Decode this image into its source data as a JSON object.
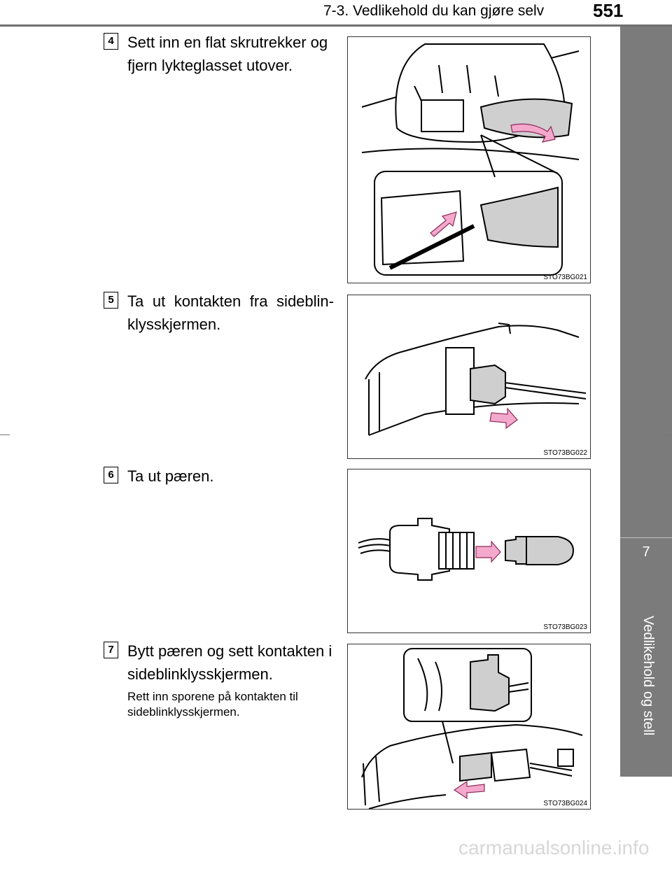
{
  "header": {
    "section_title": "7-3. Vedlikehold du kan gjøre selv",
    "page_number": "551"
  },
  "side_tab": {
    "chapter_number": "7",
    "chapter_title": "Vedlikehold og stell"
  },
  "steps": [
    {
      "number": "4",
      "text": "Sett inn en flat skrutrekker og fjern lykteglasset utover.",
      "figure_code": "STO73BG021"
    },
    {
      "number": "5",
      "text": "Ta ut kontakten fra sideblin-klysskjermen.",
      "figure_code": "STO73BG022"
    },
    {
      "number": "6",
      "text": "Ta ut pæren.",
      "figure_code": "STO73BG023"
    },
    {
      "number": "7",
      "text": "Bytt pæren og sett kontakten i sideblinklysskjermen.",
      "note": "Rett inn sporene på kontakten til sideblinklysskjermen.",
      "figure_code": "STO73BG024"
    }
  ],
  "watermark": "carmanualsonline.info",
  "colors": {
    "tab": "#7b7b7b",
    "arrow_fill": "#f4a8cc",
    "arrow_stroke": "#8a2a5a"
  }
}
